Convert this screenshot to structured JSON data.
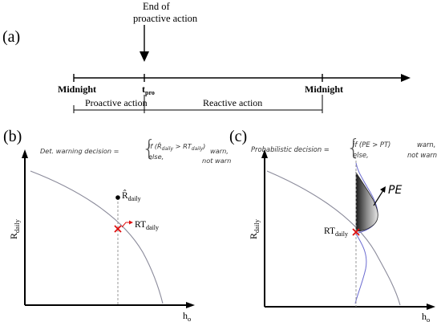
{
  "panel_a": {
    "label": "(a)",
    "end_line1": "End of",
    "end_line2": "proactive action",
    "midnight_left": "Midnight",
    "t_main": "t",
    "t_sub": "pro",
    "midnight_right": "Midnight",
    "proactive": "Proactive action",
    "reactive": "Reactive action"
  },
  "panel_b": {
    "label": "(b)",
    "decision_prefix": "Det. warning decision = ",
    "cond1": "if (R̂",
    "cond1_sub": "daily",
    "cond1_mid": " > RT",
    "cond1_sub2": "daily",
    "cond1_end": ")",
    "cond2": "else,",
    "out1": "warn,",
    "out2": "not warn",
    "rhat": "R̂",
    "rhat_sub": "daily",
    "rt": "RT",
    "rt_sub": "daily",
    "ylabel": "R",
    "ylabel_sub": "daily",
    "xlabel": "h",
    "xlabel_sub": "o"
  },
  "panel_c": {
    "label": "(c)",
    "decision_prefix": "Probabilistic decision = ",
    "cond1": "if (PE > PT)",
    "cond2": "else,",
    "out1": "warn,",
    "out2": "not warn",
    "pe": "PE",
    "rt": "RT",
    "rt_sub": "daily",
    "ylabel": "R",
    "ylabel_sub": "daily",
    "xlabel": "h",
    "xlabel_sub": "o"
  }
}
